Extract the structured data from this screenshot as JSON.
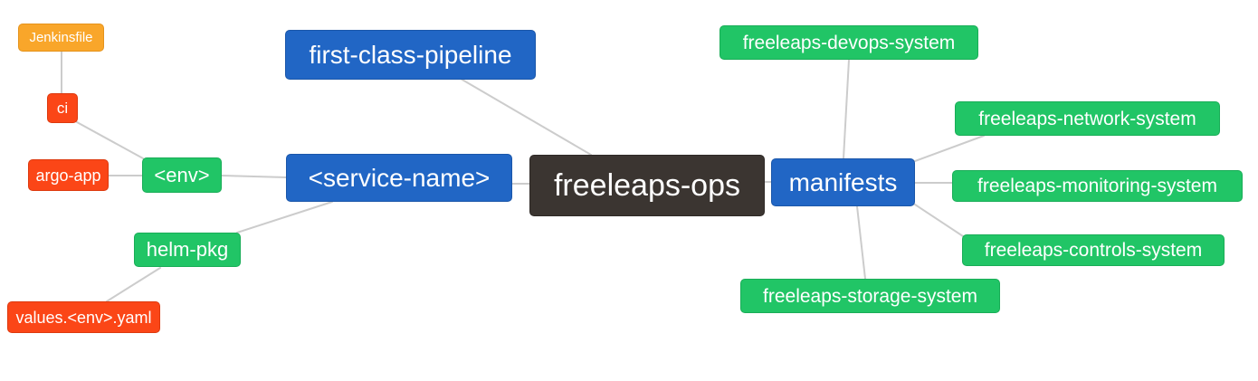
{
  "diagram": {
    "type": "mindmap",
    "root_label": "freeleaps-ops",
    "palette": {
      "root_bg": "#3b3531",
      "branch_blue": "#2166c5",
      "leaf_green": "#21c566",
      "leaf_red": "#fb4617",
      "leaf_orange": "#f9a62a",
      "edge": "#cccccc",
      "text": "#ffffff",
      "background": "#ffffff"
    },
    "nodes": {
      "root": {
        "label": "freeleaps-ops"
      },
      "fcp": {
        "label": "first-class-pipeline"
      },
      "service": {
        "label": "<service-name>"
      },
      "env": {
        "label": "<env>"
      },
      "ci": {
        "label": "ci"
      },
      "jenkinsfile": {
        "label": "Jenkinsfile"
      },
      "argo": {
        "label": "argo-app"
      },
      "helm": {
        "label": "helm-pkg"
      },
      "values": {
        "label": "values.<env>.yaml"
      },
      "manifests": {
        "label": "manifests"
      },
      "devops": {
        "label": "freeleaps-devops-system"
      },
      "network": {
        "label": "freeleaps-network-system"
      },
      "monitoring": {
        "label": "freeleaps-monitoring-system"
      },
      "controls": {
        "label": "freeleaps-controls-system"
      },
      "storage": {
        "label": "freeleaps-storage-system"
      }
    },
    "structure": {
      "freeleaps-ops": [
        "first-class-pipeline",
        "<service-name>",
        "manifests"
      ],
      "<service-name>": [
        "<env>",
        "helm-pkg"
      ],
      "<env>": [
        "ci",
        "argo-app"
      ],
      "ci": [
        "Jenkinsfile"
      ],
      "helm-pkg": [
        "values.<env>.yaml"
      ],
      "manifests": [
        "freeleaps-devops-system",
        "freeleaps-network-system",
        "freeleaps-monitoring-system",
        "freeleaps-controls-system",
        "freeleaps-storage-system"
      ]
    }
  }
}
